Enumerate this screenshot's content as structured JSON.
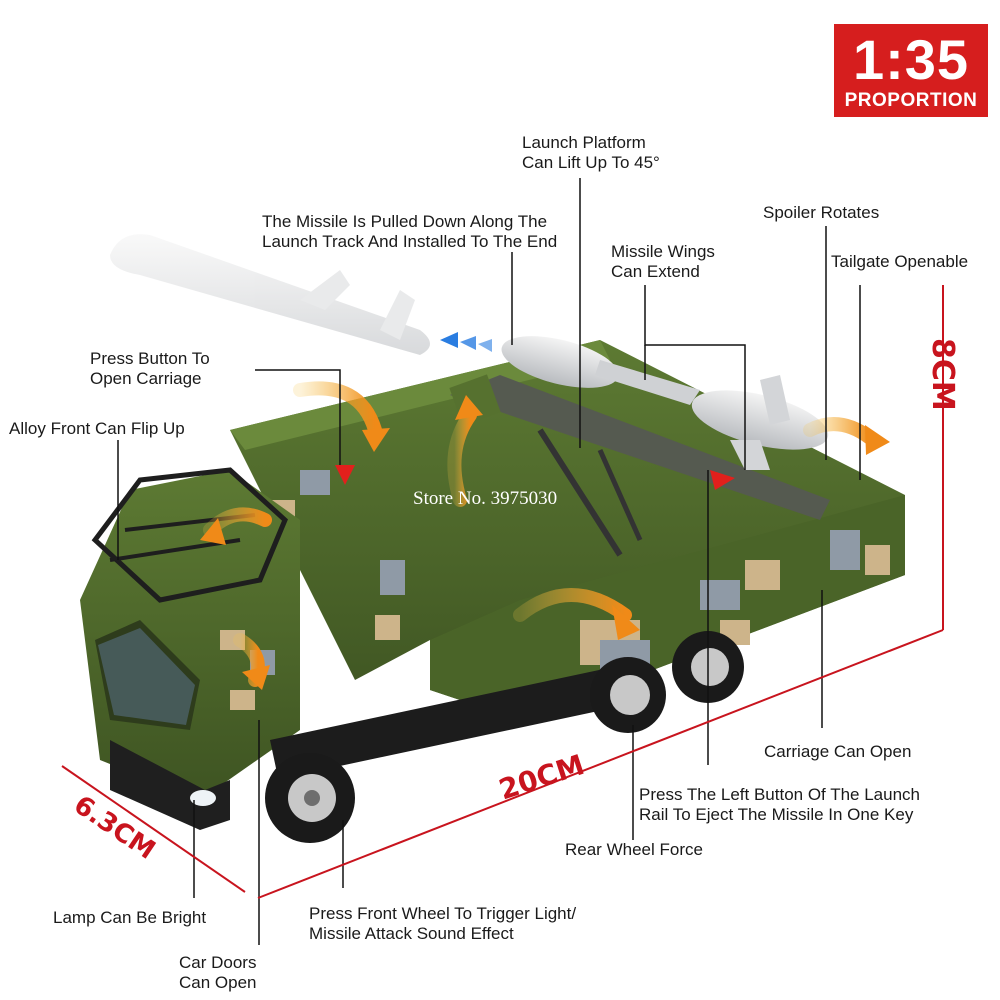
{
  "badge": {
    "scale": "1:35",
    "caption": "PROPORTION"
  },
  "watermark": "Store No. 3975030",
  "dimensions": {
    "height": "8CM",
    "length": "20CM",
    "width": "6.3CM"
  },
  "callouts": {
    "launch_platform": "Launch Platform\nCan Lift Up To 45°",
    "missile_pulled": "The Missile Is Pulled Down Along The\n Launch Track And Installed To The End",
    "spoiler": "Spoiler Rotates",
    "missile_wings": "Missile Wings\nCan Extend",
    "tailgate": "Tailgate Openable",
    "press_button": "Press Button To\nOpen Carriage",
    "alloy_front": "Alloy Front Can Flip Up",
    "carriage_open": "Carriage Can Open",
    "left_button": "Press The Left Button Of The Launch\nRail To Eject The Missile In One Key",
    "rear_wheel": "Rear Wheel Force",
    "lamp": "Lamp Can Be Bright",
    "front_wheel": "Press Front Wheel To Trigger Light/\nMissile Attack Sound Effect",
    "car_doors": "Car Doors\nCan Open"
  },
  "colors": {
    "accent_red": "#d61e1e",
    "truck_green": "#4f6a2c",
    "camo_tan": "#cdb48a",
    "camo_gray": "#8f9aa6",
    "arrow_orange": "#f39a1e"
  }
}
